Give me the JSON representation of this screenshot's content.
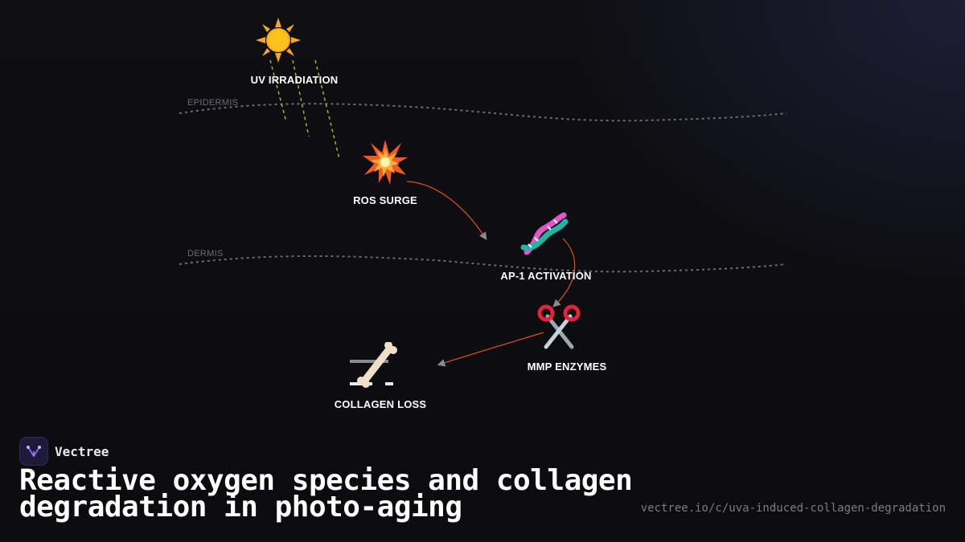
{
  "layers": {
    "epidermis": "EPIDERMIS",
    "dermis": "DERMIS"
  },
  "nodes": {
    "uv": {
      "label": "UV IRRADIATION",
      "icon": "sun-icon"
    },
    "ros": {
      "label": "ROS SURGE",
      "icon": "explosion-icon"
    },
    "ap1": {
      "label": "AP-1 ACTIVATION",
      "icon": "dna-icon"
    },
    "mmp": {
      "label": "MMP ENZYMES",
      "icon": "scissors-icon"
    },
    "collagen": {
      "label": "COLLAGEN LOSS",
      "icon": "bone-icon"
    }
  },
  "brand": {
    "name": "Vectree",
    "icon": "vectree-logo-icon"
  },
  "title": "Reactive oxygen species and collagen degradation in photo-aging",
  "url": "vectree.io/c/uva-induced-collagen-degradation",
  "colors": {
    "background": "#0f0f13",
    "arrow": "#e0501f",
    "uv_ray": "#a8b320",
    "boundary": "#6b6b73",
    "brand_accent": "#8b5cf6"
  }
}
